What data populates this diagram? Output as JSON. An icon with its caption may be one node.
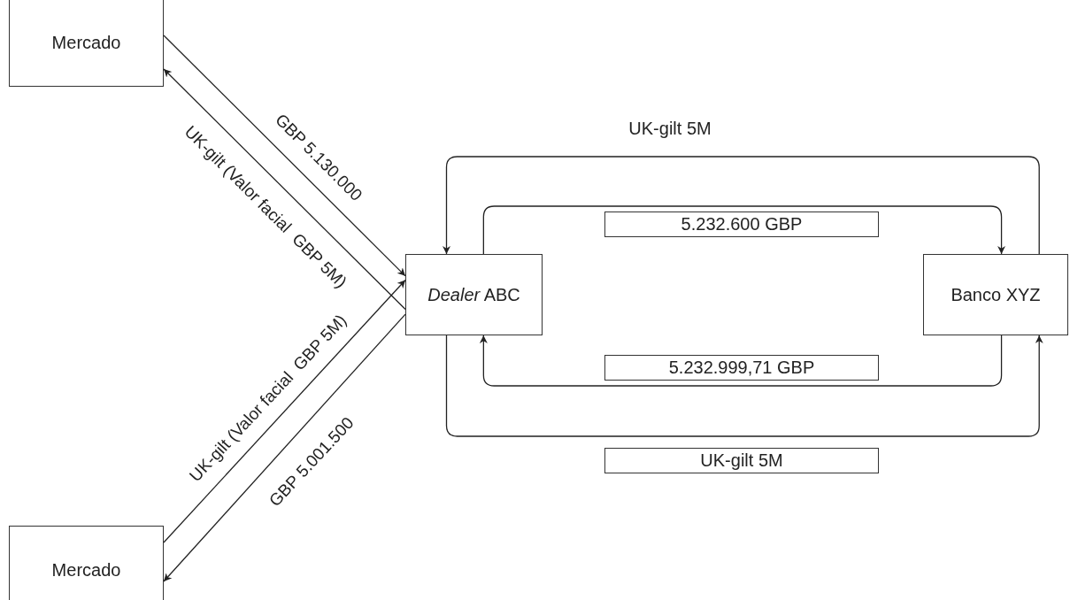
{
  "diagram": {
    "nodes": [
      {
        "text": [
          "Mercado"
        ]
      },
      {
        "text": [
          "*Dealer* ABC"
        ]
      },
      {
        "text": [
          "Banco XYZ"
        ]
      },
      {
        "text": [
          "Mercado"
        ]
      }
    ],
    "edges": [
      {
        "from": 0,
        "to": 1,
        "arrow": "to",
        "label": "GBP 5.130.000"
      },
      {
        "from": 1,
        "to": 0,
        "arrow": "to",
        "label": "UK-gilt (Valor facial  GBP 5M)"
      },
      {
        "from": 3,
        "to": 1,
        "arrow": "to",
        "label": "UK-gilt (Valor facial  GBP 5M)"
      },
      {
        "from": 1,
        "to": 3,
        "arrow": "to",
        "label": "GBP 5.001.500"
      },
      {
        "from": 2,
        "to": 1,
        "arrow": "to",
        "label": "UK-gilt 5M"
      },
      {
        "from": 1,
        "to": 2,
        "arrow": "to",
        "label": "5.232.600 GBP"
      },
      {
        "from": 2,
        "to": 1,
        "arrow": "to",
        "label": "5.232.999,71 GBP"
      },
      {
        "from": 1,
        "to": 2,
        "arrow": "to",
        "label": "UK-gilt 5M"
      }
    ]
  }
}
